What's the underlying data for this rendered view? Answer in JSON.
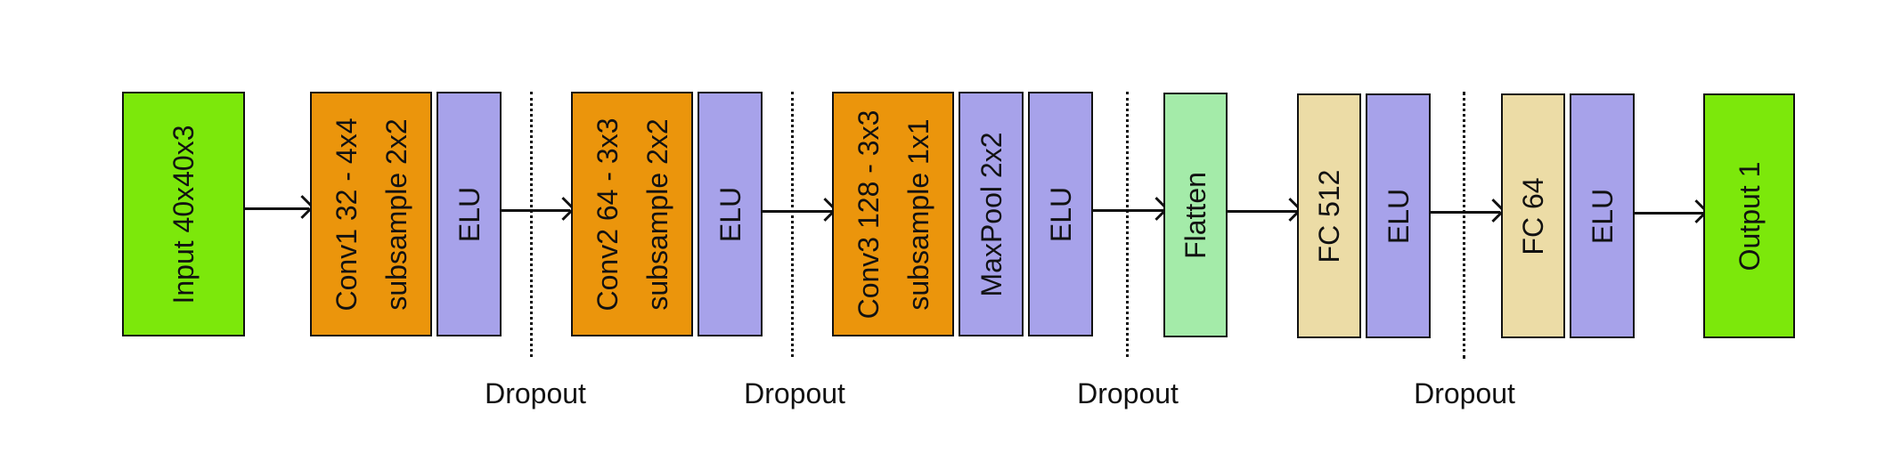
{
  "layers": {
    "input": "Input 40x40x3",
    "conv1_line1": "Conv1 32 - 4x4",
    "conv1_line2": "subsample 2x2",
    "elu1": "ELU",
    "conv2_line1": "Conv2 64 - 3x3",
    "conv2_line2": "subsample 2x2",
    "elu2": "ELU",
    "conv3_line1": "Conv3 128 - 3x3",
    "conv3_line2": "subsample 1x1",
    "maxpool": "MaxPool 2x2",
    "elu3": "ELU",
    "flatten": "Flatten",
    "fc1": "FC 512",
    "elu4": "ELU",
    "fc2": "FC 64",
    "elu5": "ELU",
    "output": "Output 1"
  },
  "dropouts": [
    "Dropout",
    "Dropout",
    "Dropout",
    "Dropout"
  ],
  "colors": {
    "input": "#7ce80b",
    "conv": "#eb950c",
    "elu": "#a7a2ea",
    "flatten": "#a4eba9",
    "fc": "#ecdca6",
    "output": "#7ce80b"
  }
}
